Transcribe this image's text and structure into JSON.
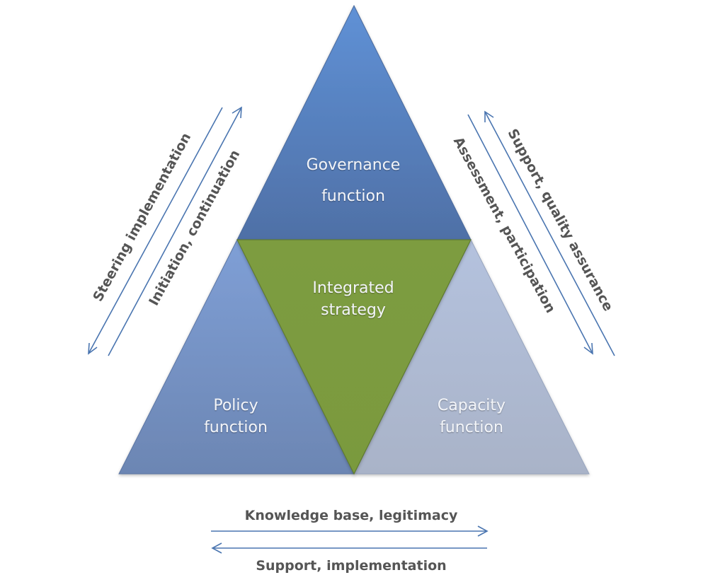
{
  "diagram": {
    "title": "",
    "center": {
      "label_line1": "Integrated",
      "label_line2": "strategy",
      "color": "#7d9c42"
    },
    "top": {
      "label_line1": "Governance",
      "label_line2": "function",
      "color": "#5b85c4"
    },
    "left": {
      "label_line1": "Policy",
      "label_line2": "function",
      "color": "#7290bf"
    },
    "right": {
      "label_line1": "Capacity",
      "label_line2": "function",
      "color": "#aab7d0"
    },
    "arrows": {
      "left_outer": "Steering implementation",
      "left_inner": "Initiation, continuation",
      "right_inner": "Assessment, participation",
      "right_outer": "Support, quality assurance",
      "bottom_top": "Knowledge base, legitimacy",
      "bottom_bottom": "Support, implementation"
    },
    "arrow_color": "#4a75b0",
    "text_color": "#555555"
  }
}
